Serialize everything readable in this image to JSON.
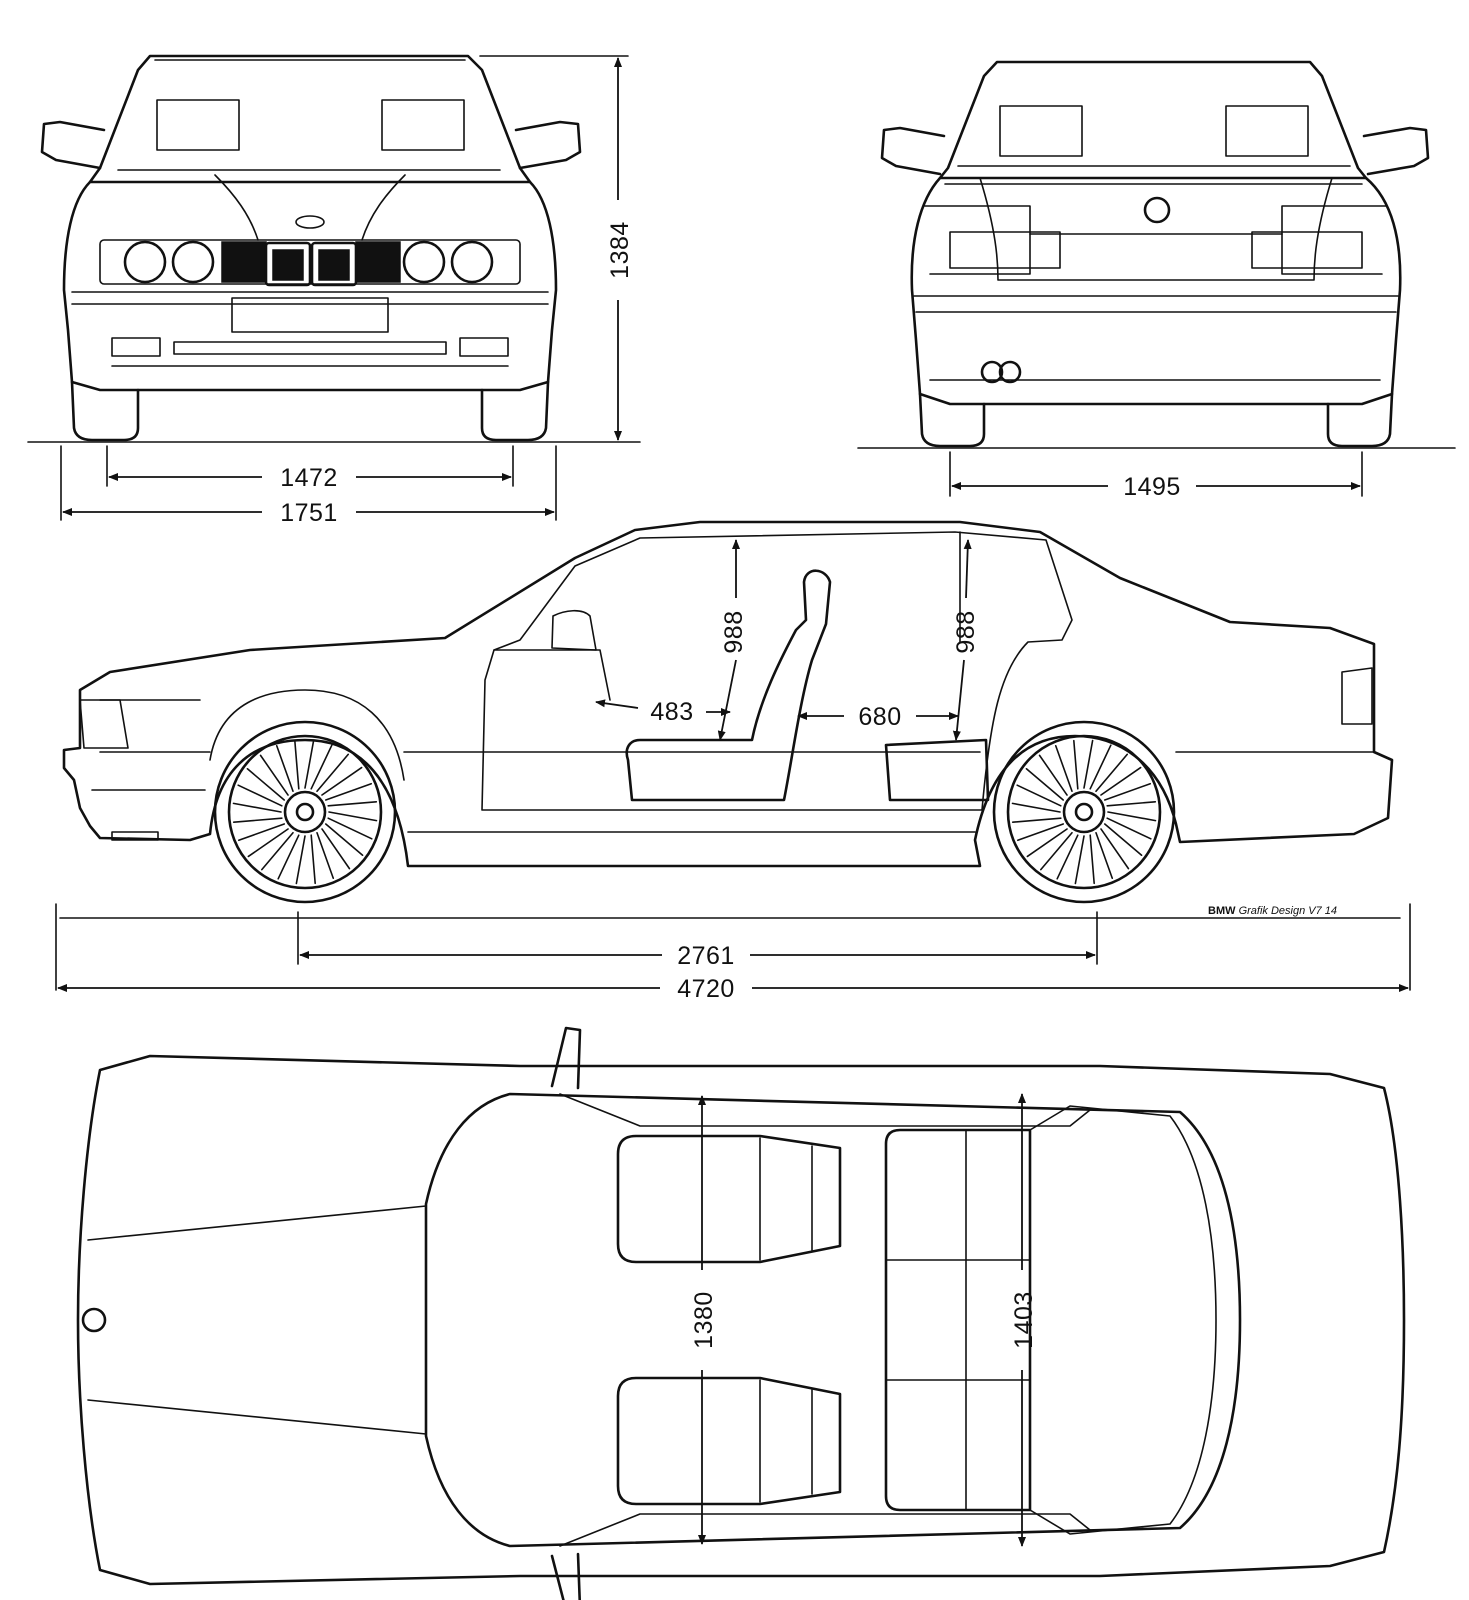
{
  "drawing": {
    "credit_brand": "BMW",
    "credit_rest": "Grafik Design V7 14"
  },
  "dimensions": {
    "front_height": "1384",
    "front_track": "1472",
    "overall_width": "1751",
    "rear_track": "1495",
    "front_headroom": "988",
    "rear_headroom": "988",
    "front_legroom": "483",
    "rear_legroom": "680",
    "wheelbase": "2761",
    "overall_length": "4720",
    "front_shoulder_width": "1380",
    "rear_shoulder_width": "1403"
  }
}
